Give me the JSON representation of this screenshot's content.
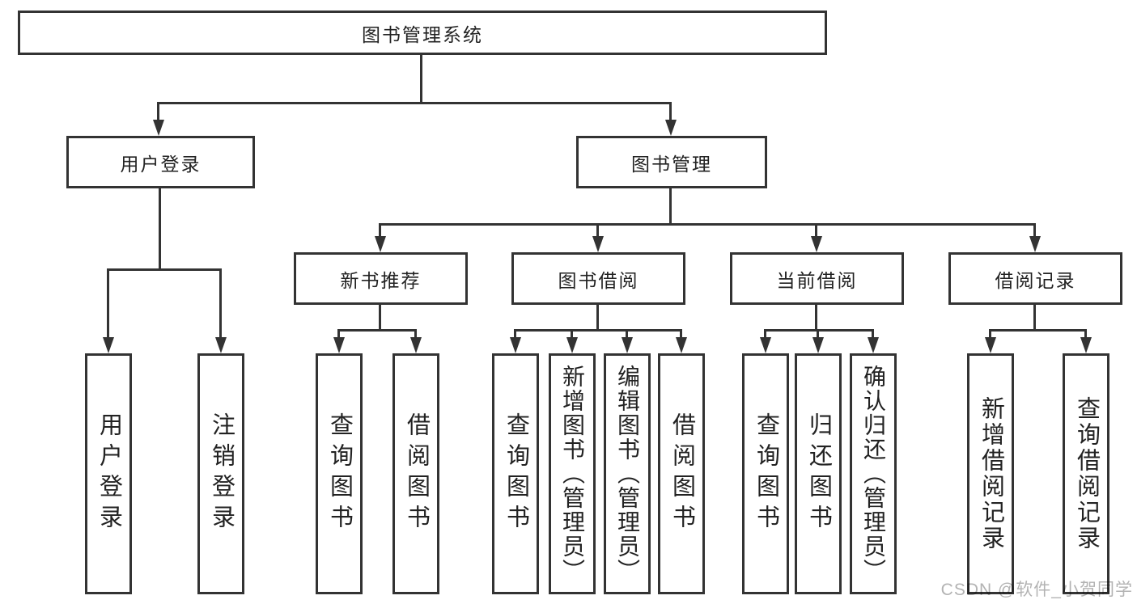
{
  "root_label": "图书管理系统",
  "branch_user": {
    "label": "用户登录",
    "leaves": [
      "用户登录",
      "注销登录"
    ]
  },
  "branch_books": {
    "label": "图书管理",
    "groups": [
      {
        "label": "新书推荐",
        "leaves": [
          "查询图书",
          "借阅图书"
        ]
      },
      {
        "label": "图书借阅",
        "leaves": [
          "查询图书",
          "新增图书（管理员）",
          "编辑图书（管理员）",
          "借阅图书"
        ]
      },
      {
        "label": "当前借阅",
        "leaves": [
          "查询图书",
          "归还图书",
          "确认归还（管理员）"
        ]
      },
      {
        "label": "借阅记录",
        "leaves": [
          "新增借阅记录",
          "查询借阅记录"
        ]
      }
    ]
  },
  "watermark": "CSDN @软件_小贺同学",
  "colors": {
    "line": "#333333",
    "text": "#222222",
    "watermark": "#b3b3b3",
    "background": "#ffffff"
  }
}
